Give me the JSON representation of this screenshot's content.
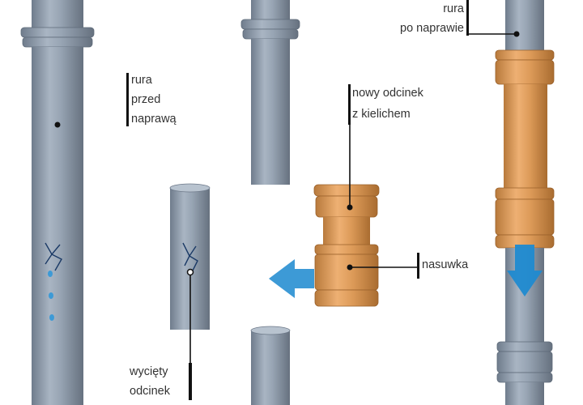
{
  "labels": {
    "before_line1": "rura",
    "before_line2": "przed",
    "before_line3": "naprawą",
    "after_line1": "rura",
    "after_line2": "po naprawie",
    "new_section_line1": "nowy odcinek",
    "new_section_line2": "z kielichem",
    "coupling": "nasuwka",
    "cut_line1": "wycięty",
    "cut_line2": "odcinek"
  },
  "colors": {
    "pipe": "#8e9bab",
    "pipe_dark": "#6c7888",
    "orange": "#dc9a58",
    "orange_dark": "#b5773a",
    "arrow": "#3d9ad6",
    "leader": "#111111"
  }
}
